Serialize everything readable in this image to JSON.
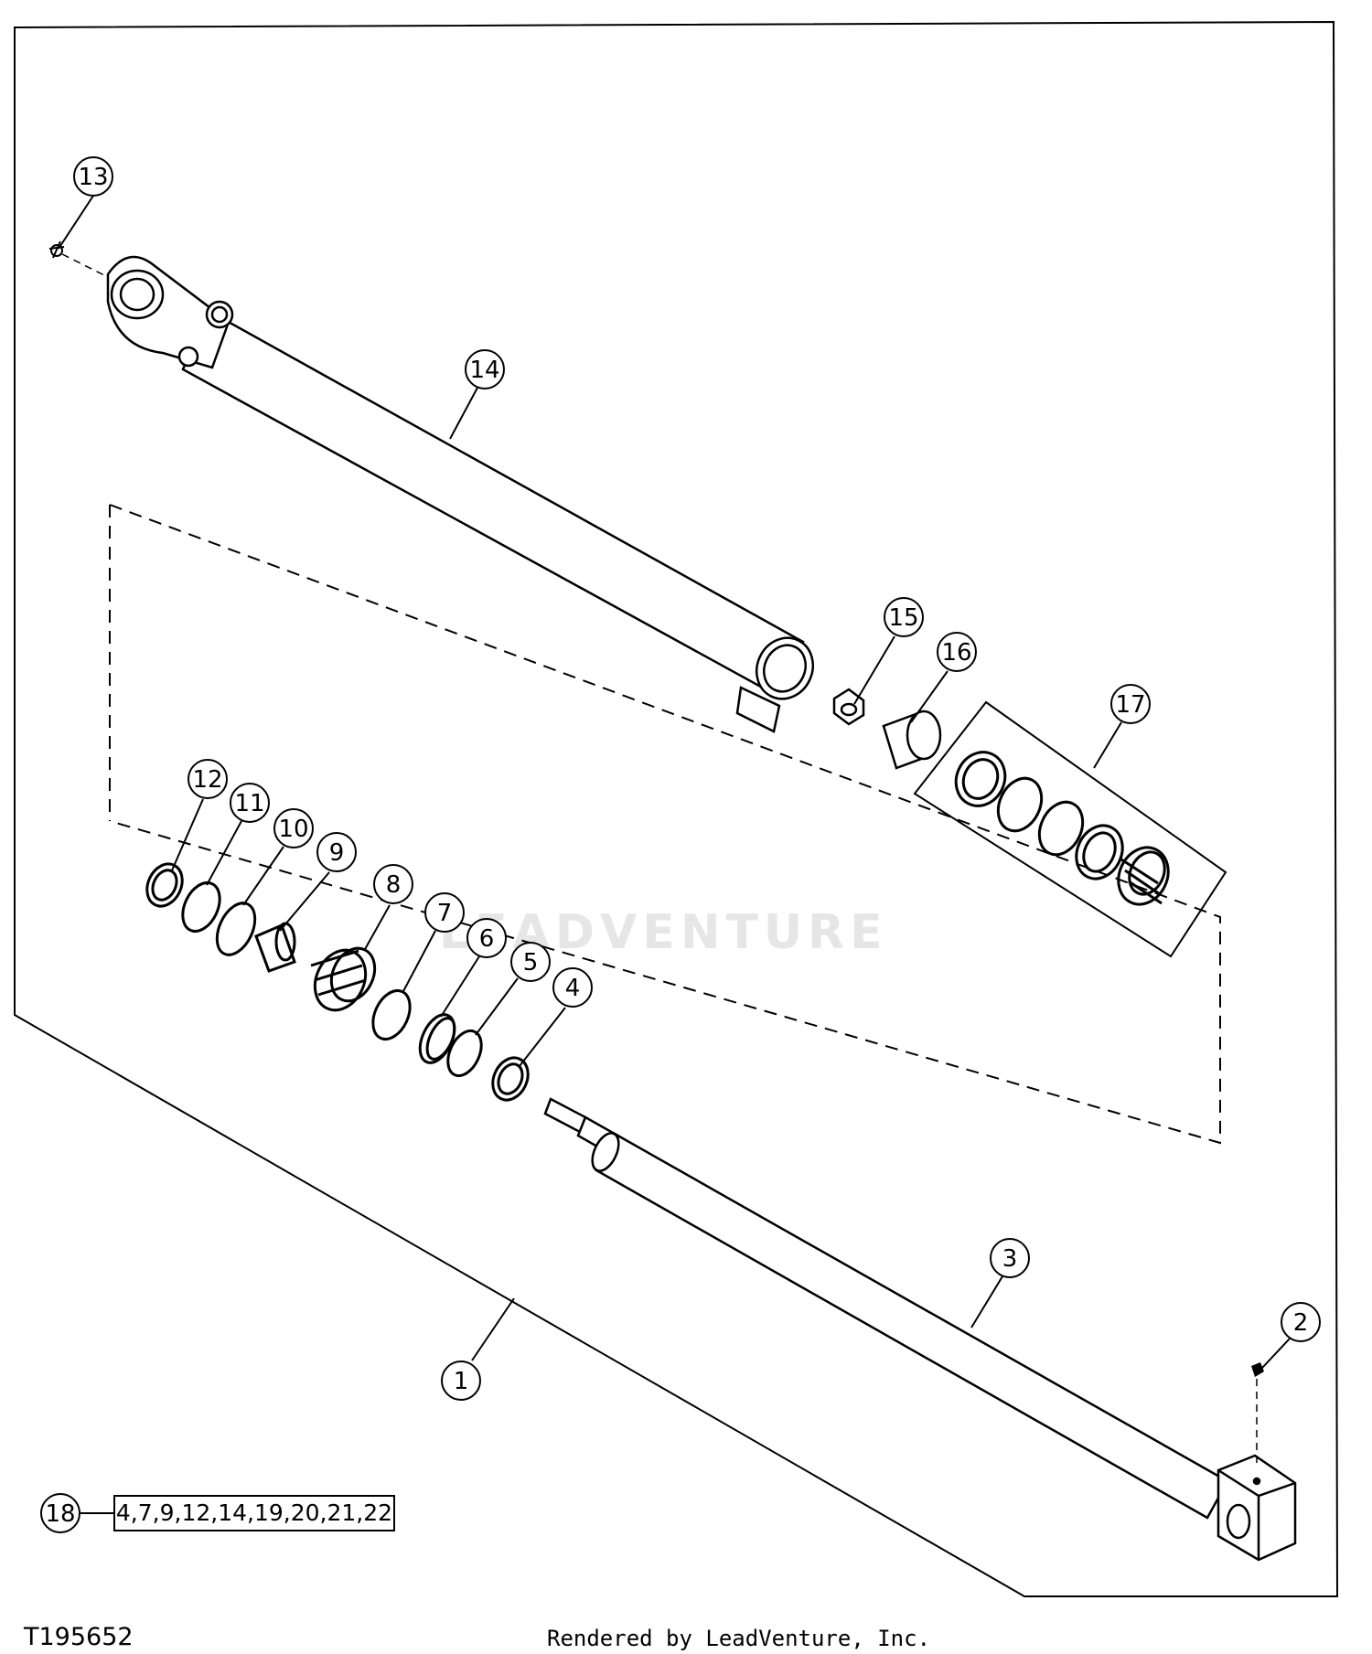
{
  "diagram_id": "T195652",
  "credit": "Rendered by LeadVenture, Inc.",
  "watermark": "LEADVENTURE",
  "kit": {
    "callout": "18",
    "parts": "4,7,9,12,14,19,20,21,22"
  },
  "callouts": [
    {
      "n": "1"
    },
    {
      "n": "2"
    },
    {
      "n": "3"
    },
    {
      "n": "4"
    },
    {
      "n": "5"
    },
    {
      "n": "6"
    },
    {
      "n": "7"
    },
    {
      "n": "8"
    },
    {
      "n": "9"
    },
    {
      "n": "10"
    },
    {
      "n": "11"
    },
    {
      "n": "12"
    },
    {
      "n": "13"
    },
    {
      "n": "14"
    },
    {
      "n": "15"
    },
    {
      "n": "16"
    },
    {
      "n": "17"
    }
  ]
}
